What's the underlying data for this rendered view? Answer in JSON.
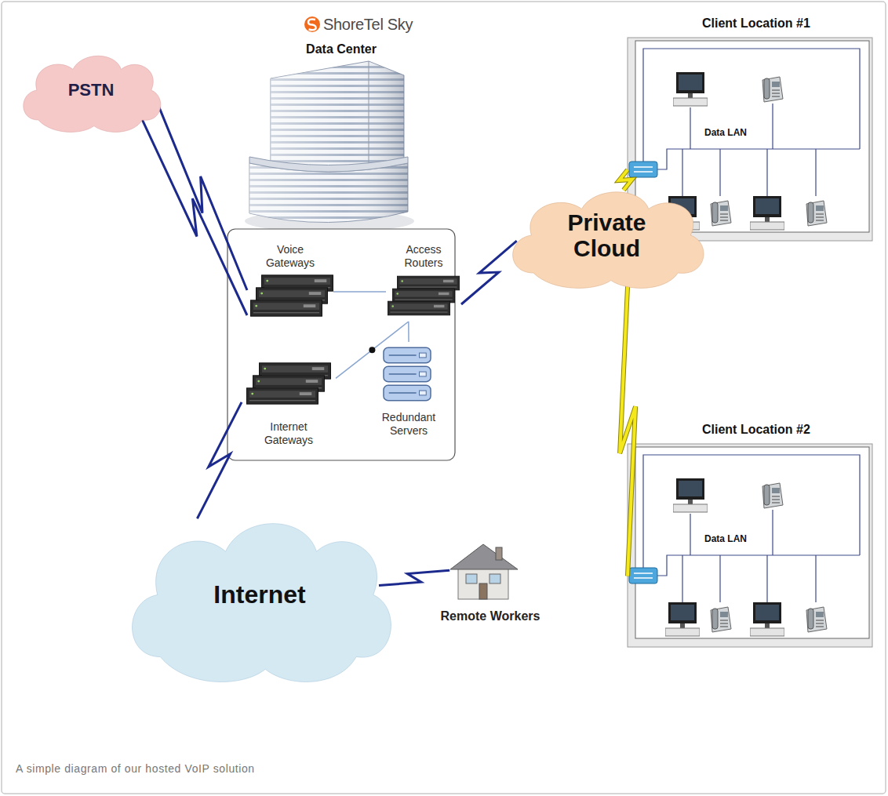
{
  "diagram": {
    "caption": "A simple diagram of our hosted VoIP solution",
    "nodes": [
      {
        "text": [
          "Data Center"
        ]
      },
      {
        "text": [
          "Voice Gateways"
        ],
        "in": 0
      },
      {
        "text": [
          "Access Routers"
        ],
        "in": 0
      },
      {
        "text": [
          "Internet Gateways"
        ],
        "in": 0
      },
      {
        "text": [
          "Redundant Servers"
        ],
        "in": 0
      },
      {
        "text": [
          "PSTN"
        ]
      },
      {
        "text": [
          "Private Cloud"
        ]
      },
      {
        "text": [
          "Client Location #1",
          "Data LAN"
        ]
      },
      {
        "text": [
          "Client Location #2",
          "Data LAN"
        ]
      },
      {
        "text": [
          "Internet"
        ]
      },
      {
        "text": [
          "Remote Workers"
        ]
      }
    ],
    "edges": [
      {
        "from": 5,
        "to": 1,
        "arrow": "none"
      },
      {
        "from": 5,
        "to": 1,
        "arrow": "none"
      },
      {
        "from": 1,
        "to": 2,
        "arrow": "none"
      },
      {
        "from": 2,
        "to": 6,
        "arrow": "none"
      },
      {
        "from": 2,
        "to": 3,
        "arrow": "none"
      },
      {
        "from": 2,
        "to": 4,
        "arrow": "none"
      },
      {
        "from": 6,
        "to": 7,
        "arrow": "none"
      },
      {
        "from": 6,
        "to": 8,
        "arrow": "none"
      },
      {
        "from": 3,
        "to": 9,
        "arrow": "none"
      },
      {
        "from": 9,
        "to": 10,
        "arrow": "none"
      }
    ],
    "labels": [
      "ShoreTel Sky"
    ]
  }
}
